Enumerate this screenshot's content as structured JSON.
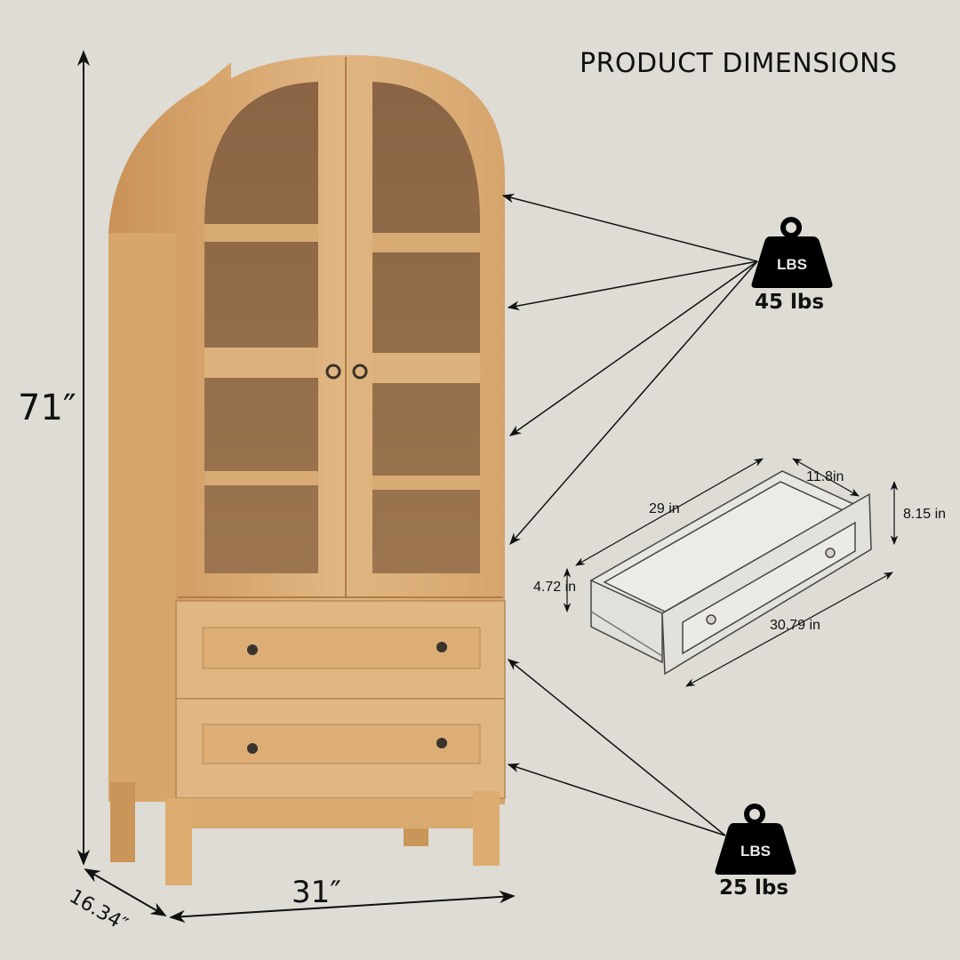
{
  "title": "PRODUCT DIMENSIONS",
  "cabinet": {
    "height": "71″",
    "width": "31″",
    "depth": "16.34″",
    "colors": {
      "wood": "#d9ad78",
      "wood_dark": "#a57548",
      "interior": "#8f6a48",
      "background": "#dedcd5"
    }
  },
  "weights": {
    "upper": {
      "icon_label": "LBS",
      "value": "45 lbs"
    },
    "lower": {
      "icon_label": "LBS",
      "value": "25 lbs"
    }
  },
  "drawer": {
    "length": "29 in",
    "depth": "11.8in",
    "front_height": "8.15 in",
    "side_height": "4.72 in",
    "front_width": "30.79 in"
  }
}
